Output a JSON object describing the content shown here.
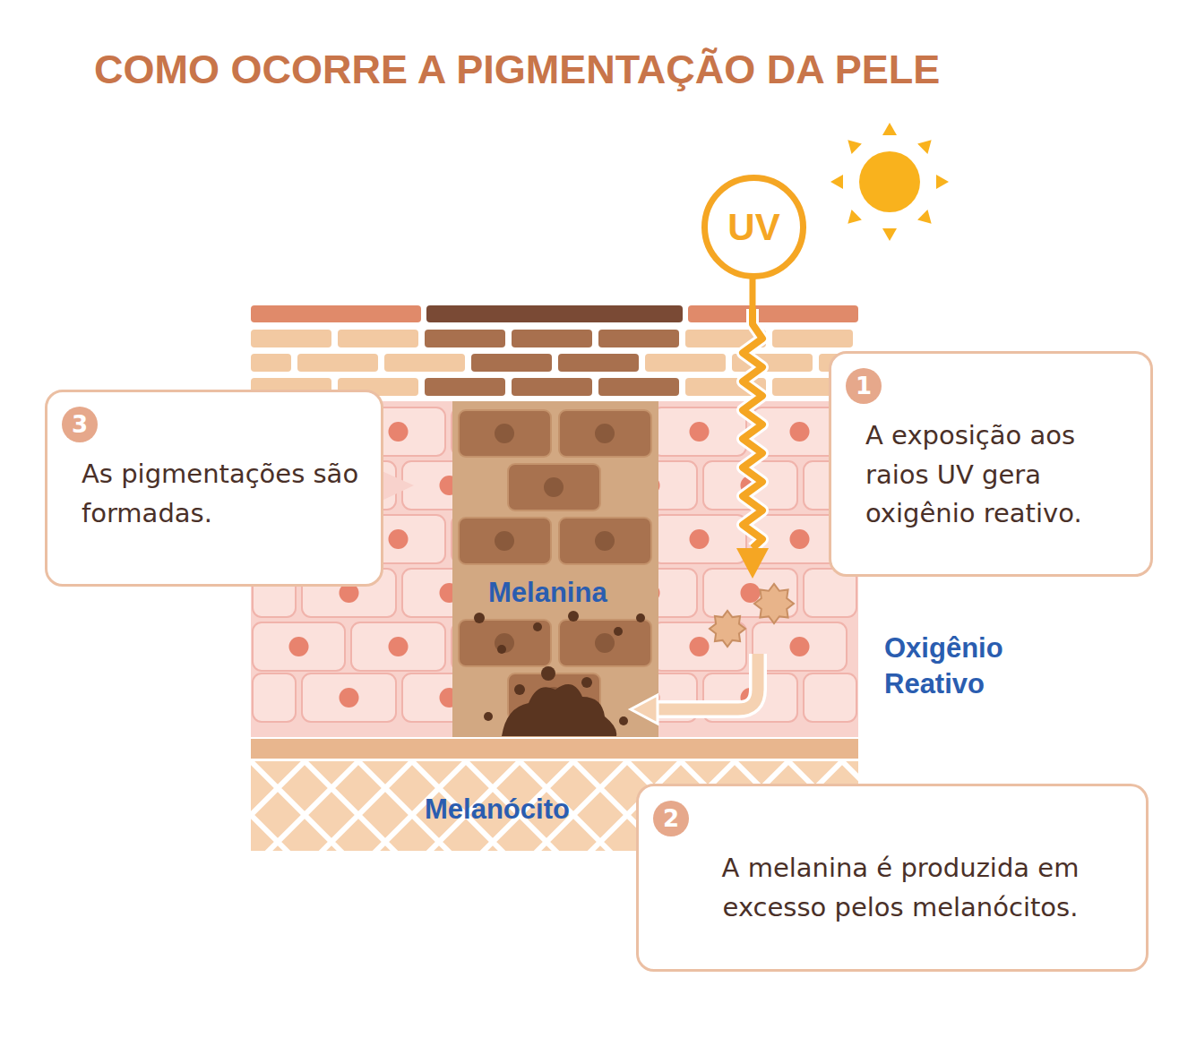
{
  "diagram": {
    "title": "COMO OCORRE A PIGMENTAÇÃO DA PELE",
    "nodes": [
      {
        "text": [
          "UV"
        ]
      },
      {
        "text": [
          "1",
          "A exposição aos raios UV gera oxigênio reativo."
        ]
      },
      {
        "text": [
          "3",
          "As pigmentações são formadas."
        ]
      },
      {
        "text": [
          "2",
          "A melanina é produzida em excesso pelos melanócitos."
        ]
      }
    ],
    "labels": [
      "Melanina",
      "Oxigênio Reativo",
      "Melanócito"
    ]
  }
}
